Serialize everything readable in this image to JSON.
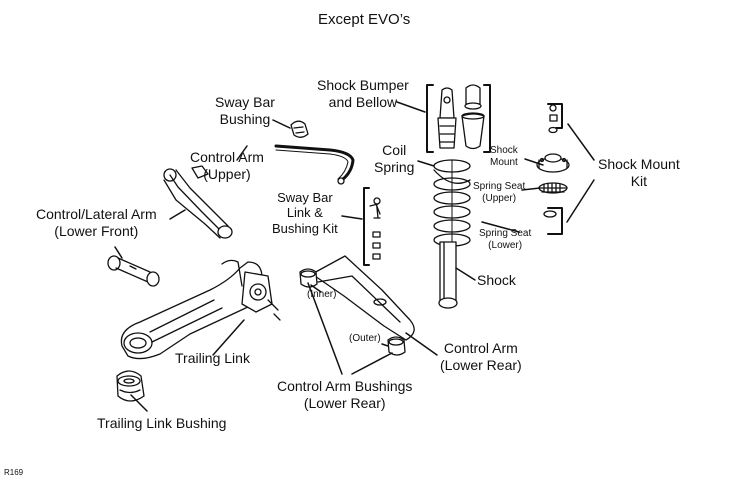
{
  "title": "Except EVO’s",
  "figure_code": "R169",
  "labels": {
    "shock_bumper_and_bellow": [
      "Shock Bumper",
      "and Bellow"
    ],
    "sway_bar_bushing": [
      "Sway Bar",
      "Bushing"
    ],
    "control_arm_upper": [
      "Control Arm",
      "(Upper)"
    ],
    "coil_spring": [
      "Coil",
      "Spring"
    ],
    "shock_mount": [
      "Shock",
      "Mount"
    ],
    "shock_mount_kit": [
      "Shock Mount",
      "Kit"
    ],
    "control_lateral_arm": [
      "Control/Lateral Arm",
      "(Lower Front)"
    ],
    "sway_bar_link_kit": [
      "Sway Bar",
      "Link &",
      "Bushing Kit"
    ],
    "spring_seat_upper": [
      "Spring Seat",
      "(Upper)"
    ],
    "spring_seat_lower": [
      "Spring Seat",
      "(Lower)"
    ],
    "shock": "Shock",
    "inner": "(Inner)",
    "outer": "(Outer)",
    "trailing_link": "Trailing Link",
    "control_arm_lower_rear": [
      "Control Arm",
      "(Lower Rear)"
    ],
    "control_arm_bushings": [
      "Control Arm Bushings",
      "(Lower Rear)"
    ],
    "trailing_link_bushing": "Trailing Link Bushing"
  }
}
